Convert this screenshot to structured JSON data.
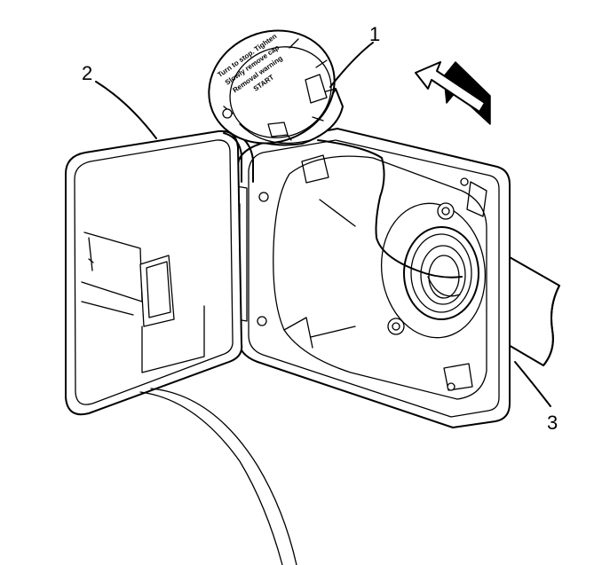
{
  "callouts": [
    {
      "id": "1",
      "label": "1"
    },
    {
      "id": "2",
      "label": "2"
    },
    {
      "id": "3",
      "label": "3"
    }
  ],
  "cap_text": {
    "line1": "Turn to stop. Tighten",
    "line2": "Slowly remove cap",
    "line3": "Removal warning",
    "line4": "START"
  },
  "colors": {
    "ink": "#000000",
    "background": "#ffffff"
  }
}
